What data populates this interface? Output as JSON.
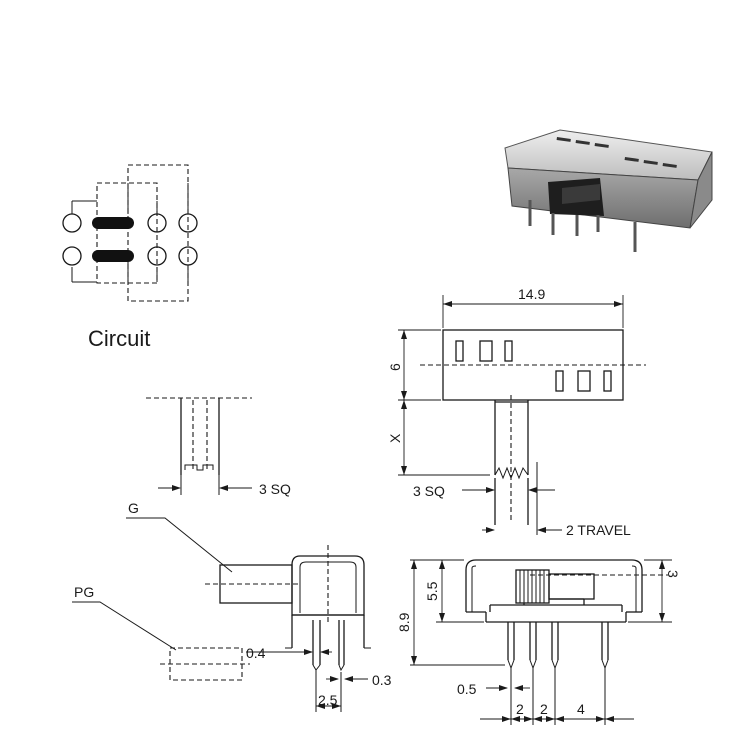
{
  "circuit": {
    "title": "Circuit"
  },
  "labels": {
    "g": "G",
    "pg": "PG",
    "width": "14.9",
    "height_6": "6",
    "height_x": "X",
    "sq_left": "3 SQ",
    "sq_right": "3 SQ",
    "travel": "2 TRAVEL",
    "pin_w": "0.4",
    "pin_t": "0.3",
    "pin_pitch_side": "2.5",
    "h_55": "5.5",
    "h_89": "8.9",
    "h_3": "3",
    "pin_05": "0.5",
    "pitch_2a": "2",
    "pitch_2b": "2",
    "pitch_4": "4"
  }
}
